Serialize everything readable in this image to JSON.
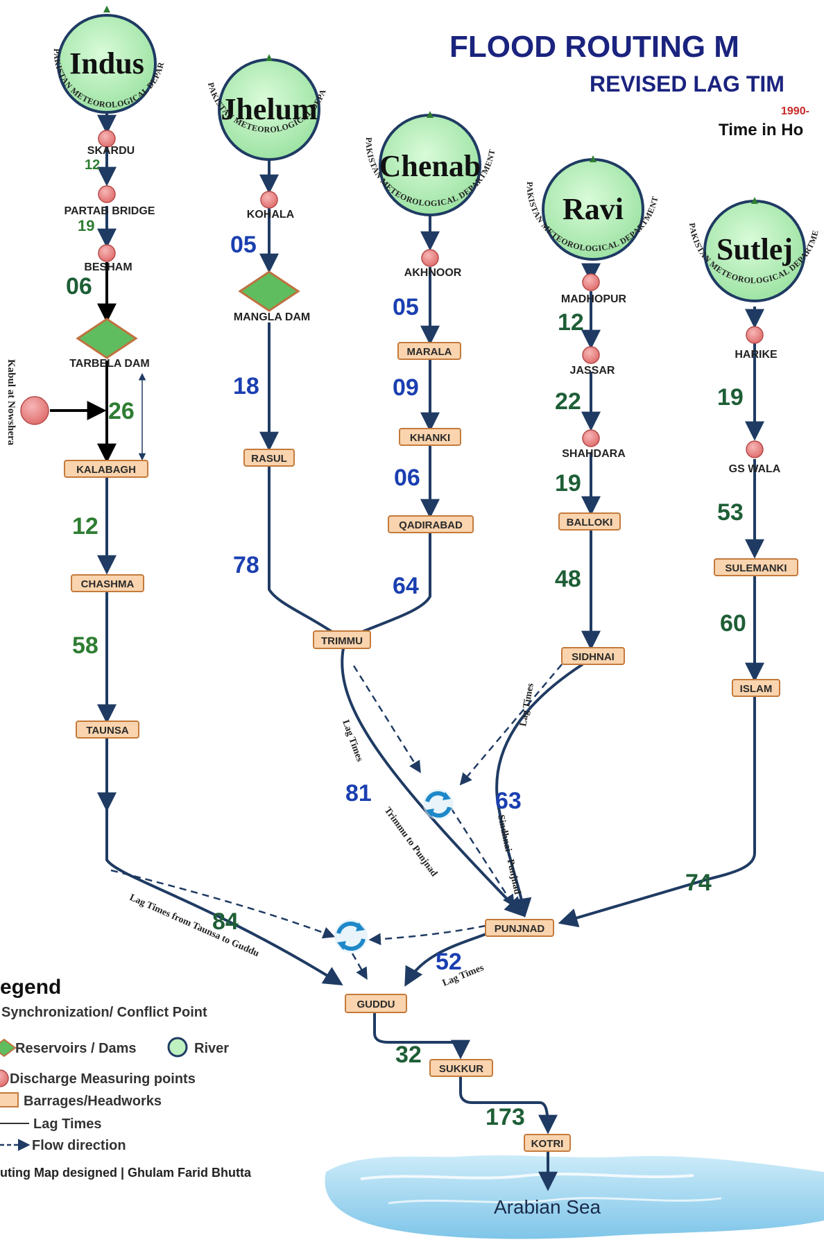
{
  "header": {
    "title": "FLOOD ROUTING M",
    "subtitle": "REVISED  LAG TIM",
    "years": "1990-",
    "time_unit": "Time in Ho"
  },
  "ring_text": "PAKISTAN METEOROLOGICAL DEPARTMENT",
  "rivers": [
    "Indus",
    "Jhelum",
    "Chenab",
    "Ravi",
    "Sutlej"
  ],
  "points": {
    "skardu": "SKARDU",
    "partab_bridge": "PARTAB BRIDGE",
    "besham": "BESHAM",
    "kohala": "KOHALA",
    "akhnoor": "AKHNOOR",
    "madhopur": "MADHOPUR",
    "jassar": "JASSAR",
    "shahdara": "SHAHDARA",
    "harike": "HARIKE",
    "gs_wala": "GS WALA",
    "kabul": "Kabul at Nowshera"
  },
  "dams": {
    "tarbela": "TARBELA DAM",
    "mangla": "MANGLA DAM"
  },
  "barrages": {
    "kalabagh": "KALABAGH",
    "chashma": "CHASHMA",
    "taunsa": "TAUNSA",
    "rasul": "RASUL",
    "marala": "MARALA",
    "khanki": "KHANKI",
    "qadirabad": "QADIRABAD",
    "trimmu": "TRIMMU",
    "balloki": "BALLOKI",
    "sidhnai": "SIDHNAI",
    "sulemanki": "SULEMANKI",
    "islam": "ISLAM",
    "punjnad": "PUNJNAD",
    "guddu": "GUDDU",
    "sukkur": "SUKKUR",
    "kotri": "KOTRI"
  },
  "lag_times": {
    "skardu_partab": "12",
    "partab_besham": "19",
    "besham_tarbela": "06",
    "tarbela_kalabagh": "26",
    "kalabagh_chashma": "12",
    "chashma_taunsa": "58",
    "kohala_mangla": "05",
    "mangla_rasul": "18",
    "rasul_trimmu": "78",
    "akhnoor_marala": "05",
    "marala_khanki": "09",
    "khanki_qadirabad": "06",
    "qadirabad_trimmu": "64",
    "madhopur_jassar": "12",
    "jassar_shahdara": "22",
    "shahdara_balloki": "19",
    "balloki_sidhnai": "48",
    "harike_gswala": "19",
    "gswala_sulemanki": "53",
    "sulemanki_islam": "60",
    "trimmu_punjnad": "81",
    "sidhnai_punjnad": "63",
    "islam_punjnad": "74",
    "taunsa_guddu": "84",
    "punjnad_guddu": "52",
    "guddu_sukkur": "32",
    "sukkur_kotri": "173"
  },
  "notes": {
    "lag_times": "Lag Times",
    "trimmu_punjnad": "Trimmu to Punjnad",
    "sidhnai_punjnad": "Sindhnai - Punjnad",
    "taunsa_guddu": "Lag Times from Taunsa to Guddu"
  },
  "sea": "Arabian Sea",
  "legend": {
    "title": "egend",
    "sync": "Synchronization/ Conflict Point",
    "reservoirs": "Reservoirs / Dams",
    "river": "River",
    "discharge": "Discharge Measuring points",
    "barrages": "Barrages/Headworks",
    "lag": "Lag Times",
    "flow": "Flow direction",
    "credit": "uting Map designed | Ghulam Farid Bhutta"
  },
  "colors": {
    "line": "#1f3b63",
    "barrage_fill": "#f9d4ae",
    "barrage_stroke": "#c47a3b",
    "point_fill": "#ef8a8a",
    "river_fill": "#bff0c0",
    "green_lag": "#2e7d32",
    "blue_lag": "#1a3fb0",
    "title": "#1a237e"
  }
}
